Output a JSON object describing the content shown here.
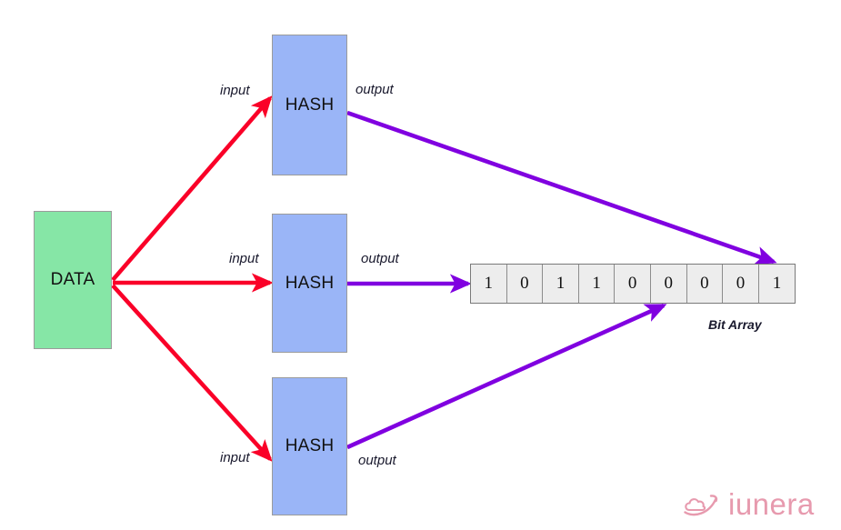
{
  "diagram": {
    "title": "Bloom filter hashing diagram",
    "colors": {
      "data_fill": "#86e6a6",
      "hash_fill": "#9ab5f7",
      "input_arrow": "#fa0028",
      "output_arrow": "#8000e0",
      "bit_cell_fill": "#ededed",
      "brand_pink": "#e79aae"
    },
    "nodes": {
      "data": {
        "label": "DATA"
      },
      "hash_top": {
        "label": "HASH"
      },
      "hash_middle": {
        "label": "HASH"
      },
      "hash_bottom": {
        "label": "HASH"
      }
    },
    "edge_labels": {
      "input_top": "input",
      "output_top": "output",
      "input_middle": "input",
      "output_middle": "output",
      "input_bottom": "input",
      "output_bottom": "output"
    },
    "bit_array": {
      "caption": "Bit Array",
      "bits": [
        "1",
        "0",
        "1",
        "1",
        "0",
        "0",
        "0",
        "0",
        "1"
      ]
    },
    "brand": {
      "name": "iunera"
    }
  }
}
